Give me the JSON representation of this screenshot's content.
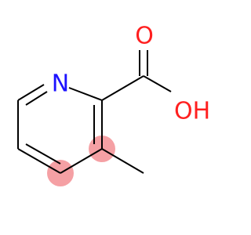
{
  "molecule": {
    "atoms": {
      "nitrogen": "N",
      "carbonyl_oxygen": "O",
      "hydroxyl": "OH"
    },
    "colors": {
      "bond": "#000000",
      "nitrogen": "#1c12ff",
      "oxygen": "#ff1f1f",
      "highlight": "#f5a0a4"
    }
  }
}
